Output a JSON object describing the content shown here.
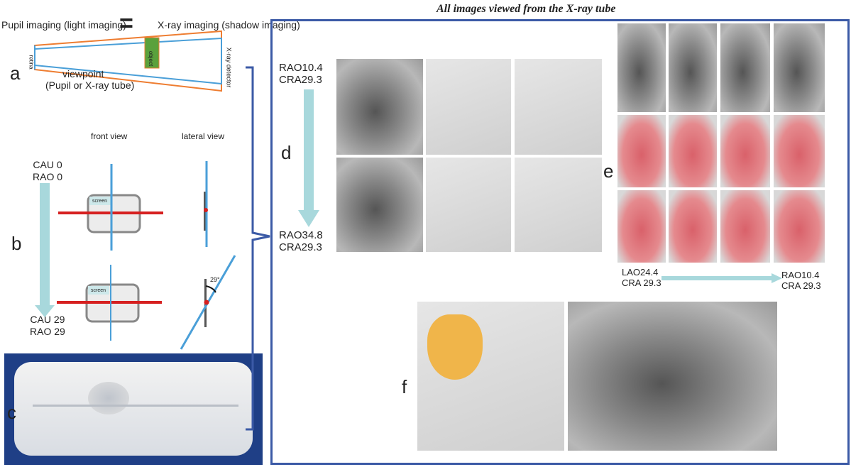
{
  "title": "All images viewed from the X-ray tube",
  "panel_a": {
    "label": "a",
    "left_title": "Pupil imaging (light imaging)",
    "equals": "=",
    "right_title": "X-ray imaging (shadow imaging)",
    "retina": "retina",
    "object": "object",
    "detector": "X-ray detector",
    "viewpoint": "viewpoint",
    "viewpoint_sub": "(Pupil or X-ray tube)"
  },
  "panel_b": {
    "label": "b",
    "front_view": "front view",
    "lateral_view": "lateral view",
    "start_1": "CAU 0",
    "start_2": "RAO 0",
    "end_1": "CAU 29",
    "end_2": "RAO 29",
    "screen": "screen",
    "angle": "29°"
  },
  "panel_c": {
    "label": "c"
  },
  "panel_d": {
    "label": "d",
    "start_1": "RAO10.4",
    "start_2": "CRA29.3",
    "end_1": "RAO34.8",
    "end_2": "CRA29.3"
  },
  "panel_e": {
    "label": "e",
    "start_1": "LAO24.4",
    "start_2": "CRA  29.3",
    "end_1": "RAO10.4",
    "end_2": "CRA  29.3"
  },
  "panel_f": {
    "label": "f"
  },
  "colors": {
    "frame": "#3b5aa6",
    "arrow": "#a8d8dc",
    "orange": "#ee7d31",
    "blue": "#4a9fd8",
    "red": "#d62020",
    "green": "#5aa13c"
  }
}
